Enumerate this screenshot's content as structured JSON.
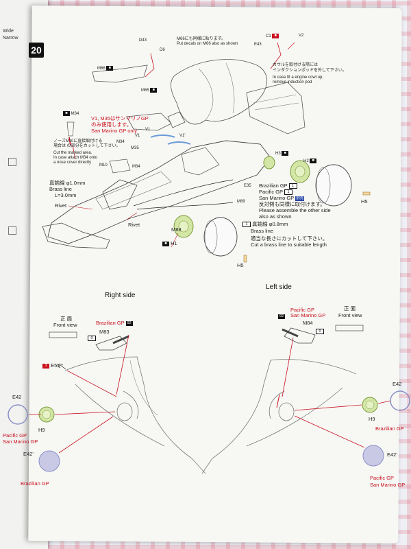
{
  "underlying_page": {
    "label_1": "Wide",
    "label_2": "Narrow"
  },
  "step_number": "20",
  "top": {
    "m66_label": "M66",
    "d43_label": "D43",
    "d6_label": "D6",
    "m66_note_jp": "M66にも同様に貼ります。",
    "m66_note_en": "Put decals on M66 also as shown",
    "m65_label": "M65",
    "m34_label": "M34",
    "v1_label": "V1",
    "v1m35_note_jp": "V1, M35はサンマリノGP",
    "v1m35_note_jp2": "のみ使用します。",
    "v1m35_note_en": "San Marino GP only",
    "nose_note_jp": "ノーズM10に直接取付ける",
    "nose_note_jp2": "場合は の部分をカットして下さい。",
    "nose_note_en": "Cut the marked area.",
    "nose_note_en2": "In case attach M34 onto",
    "nose_note_en3": "a nose cover directly",
    "m10_label": "M10",
    "m34_label_2": "M34",
    "m35_label": "M35",
    "v1_label_2": "V1",
    "v1prime_label": "V1'",
    "brass_jp": "真鍮線 φ1.0mm",
    "brass_en": "Brass line",
    "brass_len": "L=3.0mm",
    "rivet_1": "Rivet",
    "rivet_2": "Rivet",
    "c1_label": "C1",
    "v2_label": "V2",
    "e43_label": "E43",
    "induction_jp": "カウルを取付ける際には",
    "induction_jp2": "インダクションポッドを外して下さい。",
    "induction_en": "In case fit a engine cowl up,",
    "induction_en2": "remove induction pod",
    "h3_label": "H3",
    "h2_label": "H2",
    "e35_label": "E35",
    "gp_brazil": "Brazilian GP",
    "gp_brazil_num": "1",
    "gp_pacific": "Pacific GP",
    "gp_pacific_num": "1",
    "gp_sanmarino": "San Marino GP",
    "gp_sanmarino_badge": "別売",
    "m89_label": "M89",
    "other_side_jp": "反対側も同様に取付けます。",
    "other_side_en": "Please assemble the other side",
    "other_side_en2": "also as shown",
    "h5_label_1": "H5",
    "m88_label": "M88",
    "h1_label": "H1",
    "brass08_num": "1",
    "brass08_jp": "真鍮線 φ0.8mm",
    "brass08_en": "Brass line",
    "cut_jp": "適当な長さにカットして下さい。",
    "cut_en": "Cut a brass line to suitable length",
    "h5_label_2": "H5"
  },
  "right_side": {
    "title": "Right side",
    "front_jp": "正 面",
    "front_en": "Front view",
    "gp_label": "Brazilian GP",
    "badge_num": "92",
    "m83_label": "M83",
    "m83_box": "0",
    "e55_badge": "3",
    "e55_label": "E55",
    "e42_label": "E42",
    "h9_label": "H9",
    "gp_pacific": "Pacific GP",
    "gp_sanmarino": "San Marino GP",
    "e42prime_label": "E42'",
    "gp_brazil_2": "Brazilian GP"
  },
  "left_side": {
    "title": "Left side",
    "gp_pacific": "Pacific GP",
    "gp_sanmarino": "San Marino GP",
    "badge_num": "92",
    "m84_label": "M84",
    "m84_box": "0",
    "front_jp": "正 面",
    "front_en": "Front view",
    "e42_label": "E42",
    "h9_label": "H9",
    "gp_brazil": "Brazilian GP",
    "e42prime_label": "E42'",
    "gp_pacific_2": "Pacific GP",
    "gp_sanmarino_2": "San Marino GP"
  }
}
